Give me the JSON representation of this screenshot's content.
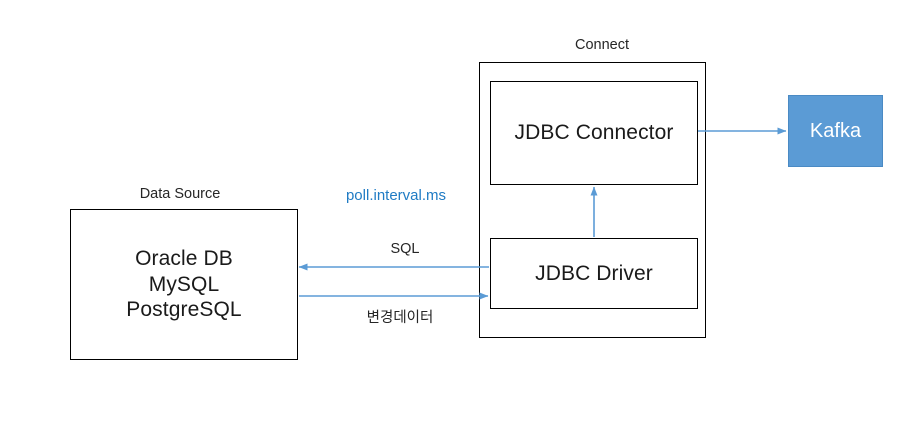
{
  "diagram": {
    "title_visible": false,
    "colors": {
      "accent_blue": "#5B9BD5",
      "label_blue": "#1F7BC4",
      "stroke_black": "#000000",
      "kafka_fill": "#5B9BD5",
      "kafka_text": "#FFFFFF",
      "canvas": "#FFFFFF"
    },
    "groups": [
      {
        "id": "data-source",
        "caption": "Data Source"
      },
      {
        "id": "connect",
        "caption": "Connect"
      }
    ],
    "nodes": [
      {
        "id": "datasource-node",
        "label": "Oracle DB\nMySQL\nPostgreSQL"
      },
      {
        "id": "jdbc-connector",
        "label": "JDBC Connector"
      },
      {
        "id": "jdbc-driver",
        "label": "JDBC Driver"
      },
      {
        "id": "kafka",
        "label": "Kafka"
      }
    ],
    "edges": [
      {
        "id": "poll-interval",
        "label": "poll.interval.ms",
        "from": "jdbc-connector",
        "to": "jdbc-driver",
        "style": "accent"
      },
      {
        "id": "sql-query",
        "label": "SQL",
        "from": "jdbc-driver",
        "to": "datasource-node",
        "style": "plain"
      },
      {
        "id": "changed-data",
        "label": "변경데이터",
        "from": "datasource-node",
        "to": "jdbc-driver",
        "style": "plain"
      },
      {
        "id": "connector-to-kafka",
        "label": "",
        "from": "jdbc-connector",
        "to": "kafka",
        "style": "plain"
      }
    ]
  }
}
